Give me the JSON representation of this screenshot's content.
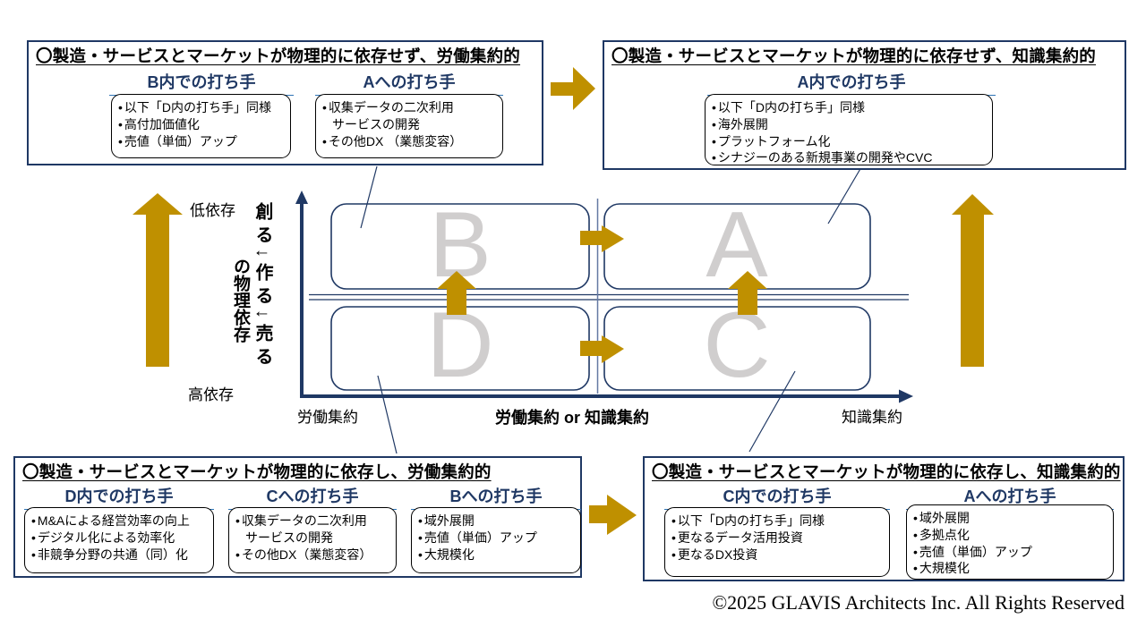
{
  "colors": {
    "navy": "#1F3864",
    "gold": "#BF9000",
    "header_underline_blue": "#2E74B5",
    "quadrant_letter_gray": "#D0CECE",
    "center_divider_blue": "#6479A3"
  },
  "boxes": {
    "top_left": {
      "title": "〇製造・サービスとマーケットが物理的に依存せず、労働集約的",
      "columns": [
        {
          "header": "B内での打ち手",
          "items": [
            "以下「D内の打ち手」同様",
            "高付加価値化",
            "売値（単価）アップ"
          ]
        },
        {
          "header": "Aへの打ち手",
          "items": [
            "収集データの二次利用\nサービスの開発",
            "その他DX （業態変容）"
          ]
        }
      ]
    },
    "top_right": {
      "title": "〇製造・サービスとマーケットが物理的に依存せず、知識集約的",
      "columns": [
        {
          "header": "A内での打ち手",
          "items": [
            "以下「D内の打ち手」同様",
            "海外展開",
            "プラットフォーム化",
            "シナジーのある新規事業の開発やCVC"
          ]
        }
      ]
    },
    "bottom_left": {
      "title": "〇製造・サービスとマーケットが物理的に依存し、労働集約的",
      "columns": [
        {
          "header": "D内での打ち手",
          "items": [
            "M&Aによる経営効率の向上",
            "デジタル化による効率化",
            "非競争分野の共通（同）化"
          ]
        },
        {
          "header": "Cへの打ち手",
          "items": [
            "収集データの二次利用\nサービスの開発",
            "その他DX（業態変容）"
          ]
        },
        {
          "header": "Bへの打ち手",
          "items": [
            "域外展開",
            "売値（単価）アップ",
            "大規模化"
          ]
        }
      ]
    },
    "bottom_right": {
      "title": "〇製造・サービスとマーケットが物理的に依存し、知識集約的",
      "columns": [
        {
          "header": "C内での打ち手",
          "items": [
            "以下「D内の打ち手」同様",
            "更なるデータ活用投資",
            "更なるDX投資"
          ]
        },
        {
          "header": "Aへの打ち手",
          "items": [
            "域外展開",
            "多拠点化",
            "売値（単価）アップ",
            "大規模化"
          ]
        }
      ]
    }
  },
  "matrix": {
    "quadrant_labels": {
      "top_left": "B",
      "top_right": "A",
      "bottom_left": "D",
      "bottom_right": "C"
    },
    "x_axis": {
      "left_label": "労働集約",
      "center_label": "労働集約 or 知識集約",
      "right_label": "知識集約"
    },
    "y_axis": {
      "top_label": "低依存",
      "bottom_label": "高依存",
      "vertical_text_main": "創る↓作る↓売る",
      "vertical_text_sub": "の物理依存"
    }
  },
  "footer": {
    "copyright": "©2025 GLAVIS Architects Inc. All Rights Reserved"
  }
}
